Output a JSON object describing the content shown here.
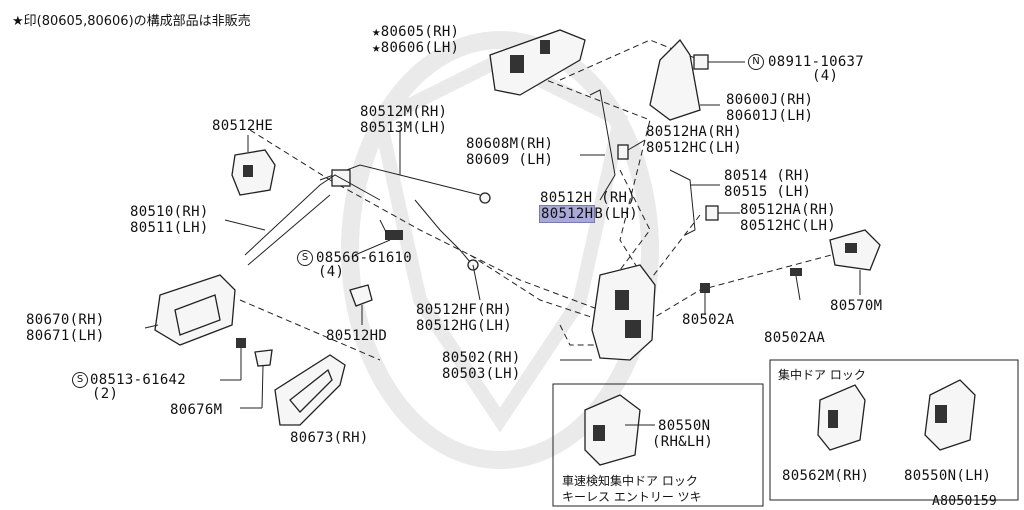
{
  "note": "★印(80605,80606)の構成部品は非販売",
  "labels": {
    "p80605": "★80605(RH)",
    "p80606": "★80606(LH)",
    "p08911": "08911-10637",
    "p08911_qty": "(4)",
    "p80600j": "80600J(RH)",
    "p80601j": "80601J(LH)",
    "p80512he": "80512HE",
    "p80512m": "80512M(RH)",
    "p80513m": "80513M(LH)",
    "p80608m": "80608M(RH)",
    "p80609": "80609 (LH)",
    "p80512ha_top": "80512HA(RH)",
    "p80512hc_top": "80512HC(LH)",
    "p80514": "80514 (RH)",
    "p80515": "80515 (LH)",
    "p80512h": "80512H (RH)",
    "p80512hb": "80512HB(LH)",
    "p80512ha_mid": "80512HA(RH)",
    "p80512hc_mid": "80512HC(LH)",
    "p80510": "80510(RH)",
    "p80511": "80511(LH)",
    "p08566": "08566-61610",
    "p08566_qty": "(4)",
    "p80670": "80670(RH)",
    "p80671": "80671(LH)",
    "p80512hf": "80512HF(RH)",
    "p80512hg": "80512HG(LH)",
    "p80512hd": "80512HD",
    "p80502a": "80502A",
    "p80570m": "80570M",
    "p80502aa": "80502AA",
    "p80502": "80502(RH)",
    "p80503": "80503(LH)",
    "p08513": "08513-61642",
    "p08513_qty": "(2)",
    "p80676m": "80676M",
    "p80673": "80673(RH)",
    "p80550n_rhlh": "80550N",
    "p80550n_rhlh2": "(RH&LH)",
    "box1_line1": "車速検知集中ドア ロック",
    "box1_line2": "キーレス エントリー ツキ",
    "box2_title": "集中ドア ロック",
    "p80562m": "80562M(RH)",
    "p80550n_lh": "80550N(LH)",
    "diagram_id": "A8050159"
  },
  "prefix": {
    "n": "N",
    "s": "S"
  }
}
